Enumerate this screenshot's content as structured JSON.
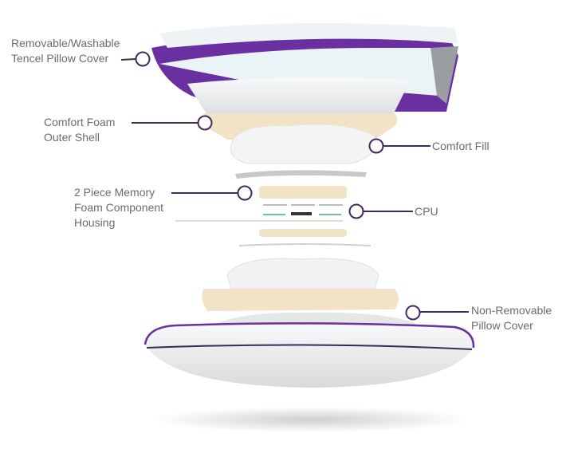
{
  "callouts": {
    "tencel_cover": {
      "line1": "Removable/Washable",
      "line2": "Tencel Pillow Cover"
    },
    "comfort_foam": {
      "line1": "Comfort Foam",
      "line2": "Outer Shell"
    },
    "comfort_fill": {
      "line1": "Comfort Fill"
    },
    "memory_foam": {
      "line1": "2 Piece Memory",
      "line2": "Foam Component",
      "line3": "Housing"
    },
    "cpu": {
      "line1": "CPU"
    },
    "non_removable_cover": {
      "line1": "Non-Removable",
      "line2": "Pillow Cover"
    }
  },
  "colors": {
    "accent_purple": "#6a2fa0",
    "callout_ring": "#3f2b5c",
    "foam": "#f3e3c6",
    "label_text": "#6b6b6b"
  }
}
